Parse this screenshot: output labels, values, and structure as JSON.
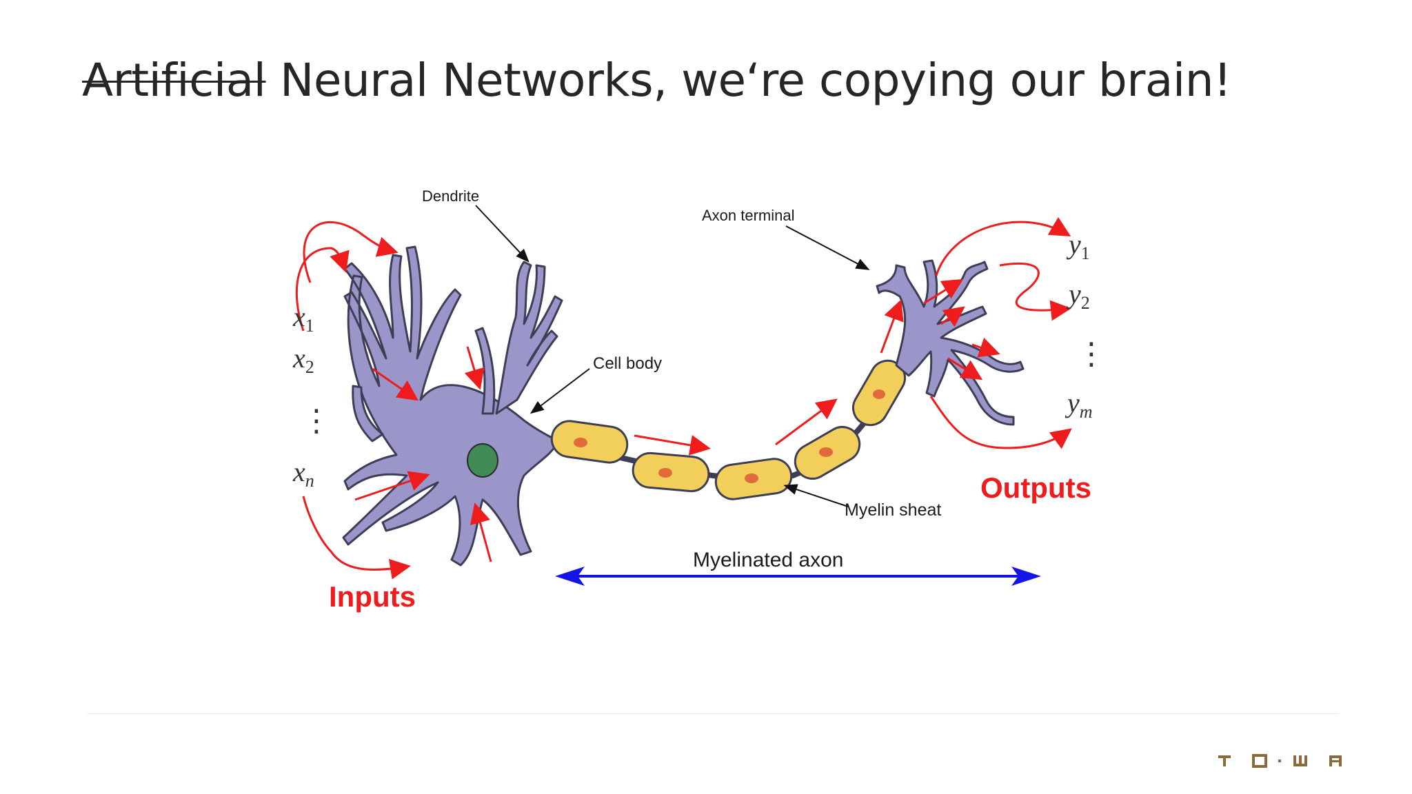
{
  "slide": {
    "title_struck": "Artificial",
    "title_rest": " Neural Networks, we‘re copying our brain!"
  },
  "diagram": {
    "labels": {
      "dendrite": "Dendrite",
      "axon_terminal": "Axon terminal",
      "cell_body": "Cell body",
      "myelin_sheath": "Myelin sheat",
      "myelinated_axon": "Myelinated axon",
      "inputs": "Inputs",
      "outputs": "Outputs"
    },
    "inputs": {
      "x1": {
        "base": "x",
        "sub": "1"
      },
      "x2": {
        "base": "x",
        "sub": "2"
      },
      "xn": {
        "base": "x",
        "sub": "n"
      },
      "dots": "⋮"
    },
    "outputs": {
      "y1": {
        "base": "y",
        "sub": "1"
      },
      "y2": {
        "base": "y",
        "sub": "2"
      },
      "ym": {
        "base": "y",
        "sub": "m"
      },
      "dots": "⋮"
    },
    "colors": {
      "neuron": "#9b96c9",
      "neuron_outline": "#3d3d55",
      "nucleus": "#3f8a55",
      "myelin": "#f2cf5a",
      "myelin_dot": "#e06a3c",
      "signal_arrow": "#ee1c1c",
      "axon_arrow": "#1414e6",
      "label_text": "#1a1a1a",
      "io_label": "#ee1c1c"
    }
  },
  "branding": {
    "logo_text": "T O · W A",
    "logo_color": "#8a6a3c"
  }
}
